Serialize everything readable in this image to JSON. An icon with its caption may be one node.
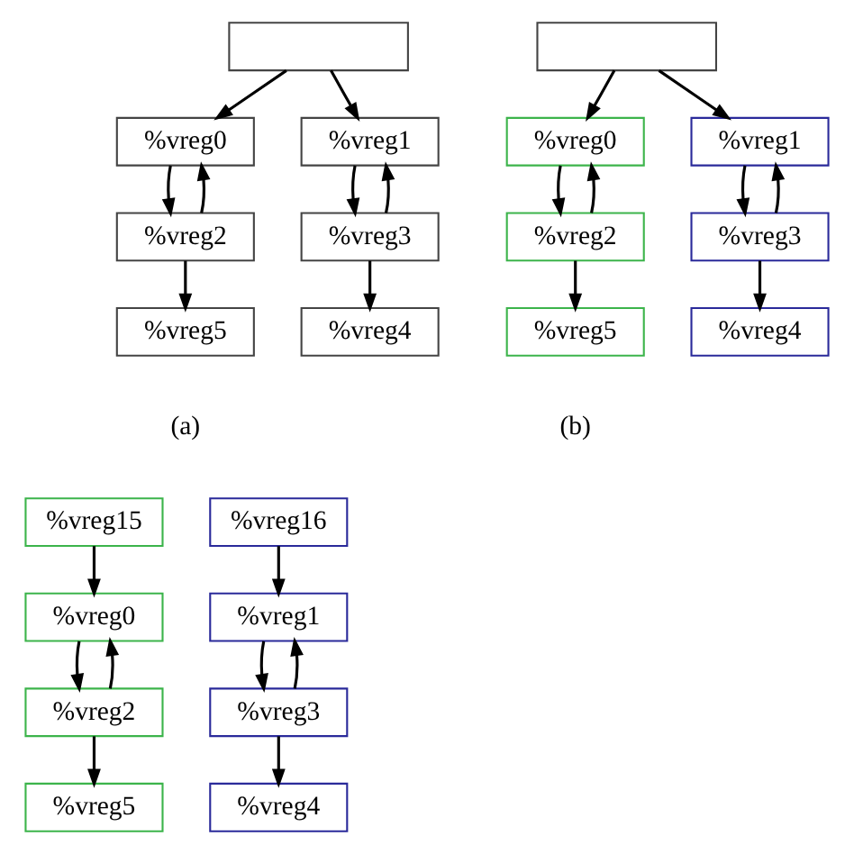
{
  "diagram": {
    "nodes": [
      {
        "text": [],
        "shape": "box"
      },
      {
        "text": [
          "%vreg0"
        ]
      },
      {
        "text": [
          "%vreg1"
        ]
      },
      {
        "text": [
          "%vreg2"
        ]
      },
      {
        "text": [
          "%vreg3"
        ]
      },
      {
        "text": [
          "%vreg5"
        ]
      },
      {
        "text": [
          "%vreg4"
        ]
      },
      {
        "text": [],
        "shape": "box"
      },
      {
        "text": [
          "%vreg0"
        ]
      },
      {
        "text": [
          "%vreg1"
        ]
      },
      {
        "text": [
          "%vreg2"
        ]
      },
      {
        "text": [
          "%vreg3"
        ]
      },
      {
        "text": [
          "%vreg5"
        ]
      },
      {
        "text": [
          "%vreg4"
        ]
      },
      {
        "text": [
          "%vreg15"
        ]
      },
      {
        "text": [
          "%vreg16"
        ]
      },
      {
        "text": [
          "%vreg0"
        ]
      },
      {
        "text": [
          "%vreg1"
        ]
      },
      {
        "text": [
          "%vreg2"
        ]
      },
      {
        "text": [
          "%vreg3"
        ]
      },
      {
        "text": [
          "%vreg5"
        ]
      },
      {
        "text": [
          "%vreg4"
        ]
      }
    ],
    "edges": [
      {
        "from": 0,
        "to": 1,
        "arrow": "to"
      },
      {
        "from": 0,
        "to": 2,
        "arrow": "to"
      },
      {
        "from": 1,
        "to": 3,
        "arrow": "to"
      },
      {
        "from": 3,
        "to": 1,
        "arrow": "to"
      },
      {
        "from": 3,
        "to": 5,
        "arrow": "to"
      },
      {
        "from": 2,
        "to": 4,
        "arrow": "to"
      },
      {
        "from": 4,
        "to": 2,
        "arrow": "to"
      },
      {
        "from": 4,
        "to": 6,
        "arrow": "to"
      },
      {
        "from": 7,
        "to": 8,
        "arrow": "to"
      },
      {
        "from": 7,
        "to": 9,
        "arrow": "to"
      },
      {
        "from": 8,
        "to": 10,
        "arrow": "to"
      },
      {
        "from": 10,
        "to": 8,
        "arrow": "to"
      },
      {
        "from": 10,
        "to": 12,
        "arrow": "to"
      },
      {
        "from": 9,
        "to": 11,
        "arrow": "to"
      },
      {
        "from": 11,
        "to": 9,
        "arrow": "to"
      },
      {
        "from": 11,
        "to": 13,
        "arrow": "to"
      },
      {
        "from": 14,
        "to": 16,
        "arrow": "to"
      },
      {
        "from": 16,
        "to": 18,
        "arrow": "to"
      },
      {
        "from": 18,
        "to": 16,
        "arrow": "to"
      },
      {
        "from": 18,
        "to": 20,
        "arrow": "to"
      },
      {
        "from": 15,
        "to": 17,
        "arrow": "to"
      },
      {
        "from": 17,
        "to": 19,
        "arrow": "to"
      },
      {
        "from": 19,
        "to": 17,
        "arrow": "to"
      },
      {
        "from": 19,
        "to": 21,
        "arrow": "to"
      }
    ],
    "labels": [
      "(a)",
      "(b)"
    ]
  }
}
